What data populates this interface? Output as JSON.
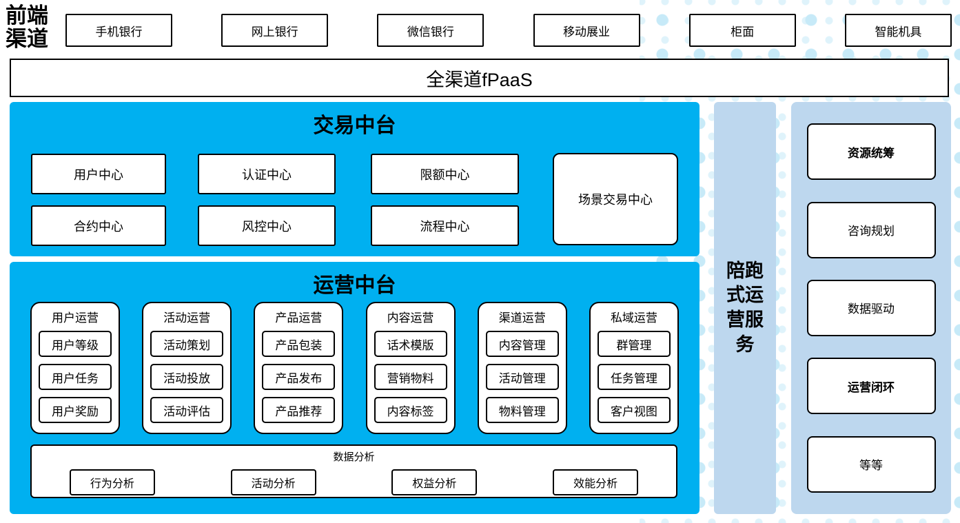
{
  "header": {
    "label": "前端渠道",
    "channels": [
      "手机银行",
      "网上银行",
      "微信银行",
      "移动展业",
      "柜面",
      "智能机具"
    ]
  },
  "fpaas_bar": {
    "label": "全渠道fPaaS"
  },
  "trade_platform": {
    "title": "交易中台",
    "centers": [
      "用户中心",
      "认证中心",
      "限额中心",
      "合约中心",
      "风控中心",
      "流程中心"
    ],
    "scene_center": "场景交易中心"
  },
  "operation_platform": {
    "title": "运营中台",
    "columns": [
      {
        "title": "用户运营",
        "items": [
          "用户等级",
          "用户任务",
          "用户奖励"
        ]
      },
      {
        "title": "活动运营",
        "items": [
          "活动策划",
          "活动投放",
          "活动评估"
        ]
      },
      {
        "title": "产品运营",
        "items": [
          "产品包装",
          "产品发布",
          "产品推荐"
        ]
      },
      {
        "title": "内容运营",
        "items": [
          "话术模版",
          "营销物料",
          "内容标签"
        ]
      },
      {
        "title": "渠道运营",
        "items": [
          "内容管理",
          "活动管理",
          "物料管理"
        ]
      },
      {
        "title": "私域运营",
        "items": [
          "群管理",
          "任务管理",
          "客户视图"
        ]
      }
    ],
    "data_analysis": {
      "title": "数据分析",
      "items": [
        "行为分析",
        "活动分析",
        "权益分析",
        "效能分析"
      ]
    }
  },
  "side_strip": {
    "label": "陪跑式运营服务"
  },
  "right_panel": {
    "items": [
      {
        "label": "资源统筹",
        "bold": true
      },
      {
        "label": "咨询规划",
        "bold": false
      },
      {
        "label": "数据驱动",
        "bold": false
      },
      {
        "label": "运营闭环",
        "bold": true
      },
      {
        "label": "等等",
        "bold": false
      }
    ]
  },
  "colors": {
    "cyan": "#00B0F0",
    "light_blue": "#BDD7EE",
    "dot_light": "#C7EAF8"
  }
}
